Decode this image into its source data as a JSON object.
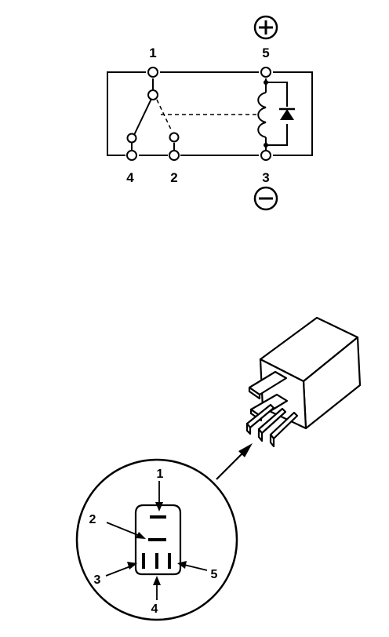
{
  "schematic": {
    "terminals": {
      "t1": "1",
      "t2": "2",
      "t3": "3",
      "t4": "4",
      "t5": "5"
    },
    "polarity": {
      "positive": "+",
      "negative": "−"
    }
  },
  "connector": {
    "pins": {
      "p1": "1",
      "p2": "2",
      "p3": "3",
      "p4": "4",
      "p5": "5"
    }
  }
}
